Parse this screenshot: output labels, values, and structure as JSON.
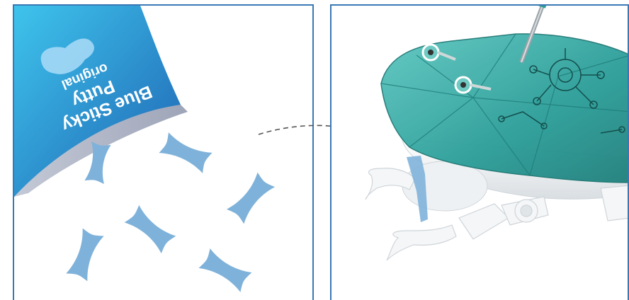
{
  "package": {
    "brand_line1": "Blue Sticky",
    "brand_line2": "Putty",
    "tagline": "original"
  },
  "colors": {
    "panel_border": "#3a78b5",
    "package_blue_light": "#35b3e6",
    "package_blue_dark": "#1e64b4",
    "putty_blue": "#7fb2da",
    "shell_teal": "#2fa9a4",
    "robot_white": "#f2f4f5",
    "arrow_gray": "#555555"
  },
  "icons": {
    "arrow": "dashed-curved-arrow",
    "tool": "screwdriver",
    "fasteners": "screws"
  }
}
